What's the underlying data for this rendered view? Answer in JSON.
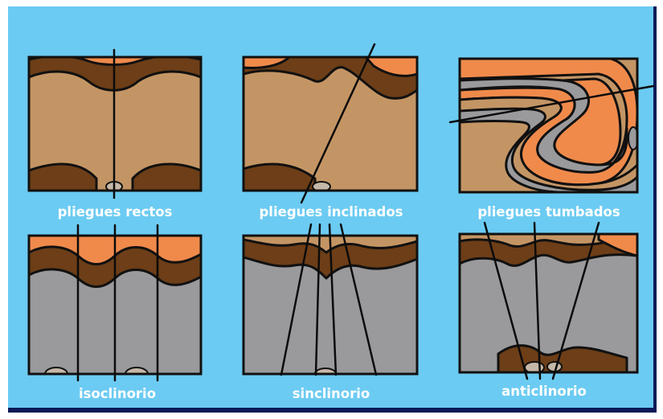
{
  "colors": {
    "background": "#6ccbf2",
    "border": "#0a1b57",
    "layer_orange": "#f08a4b",
    "layer_light_brown": "#c49564",
    "layer_gray": "#9a9a9d",
    "layer_mid_brown": "#a97845",
    "layer_dark_brown": "#8c5a2c",
    "layer_deep_brown": "#6d3e17",
    "outline": "#111111",
    "caption": "#ffffff"
  },
  "panels": [
    {
      "id": "pliegues-rectos",
      "caption": "pliegues rectos"
    },
    {
      "id": "pliegues-inclinados",
      "caption": "pliegues inclinados"
    },
    {
      "id": "pliegues-tumbados",
      "caption": "pliegues tumbados"
    },
    {
      "id": "isoclinorio",
      "caption": "isoclinorio"
    },
    {
      "id": "sinclinorio",
      "caption": "sinclinorio"
    },
    {
      "id": "anticlinorio",
      "caption": "anticlinorio"
    }
  ]
}
